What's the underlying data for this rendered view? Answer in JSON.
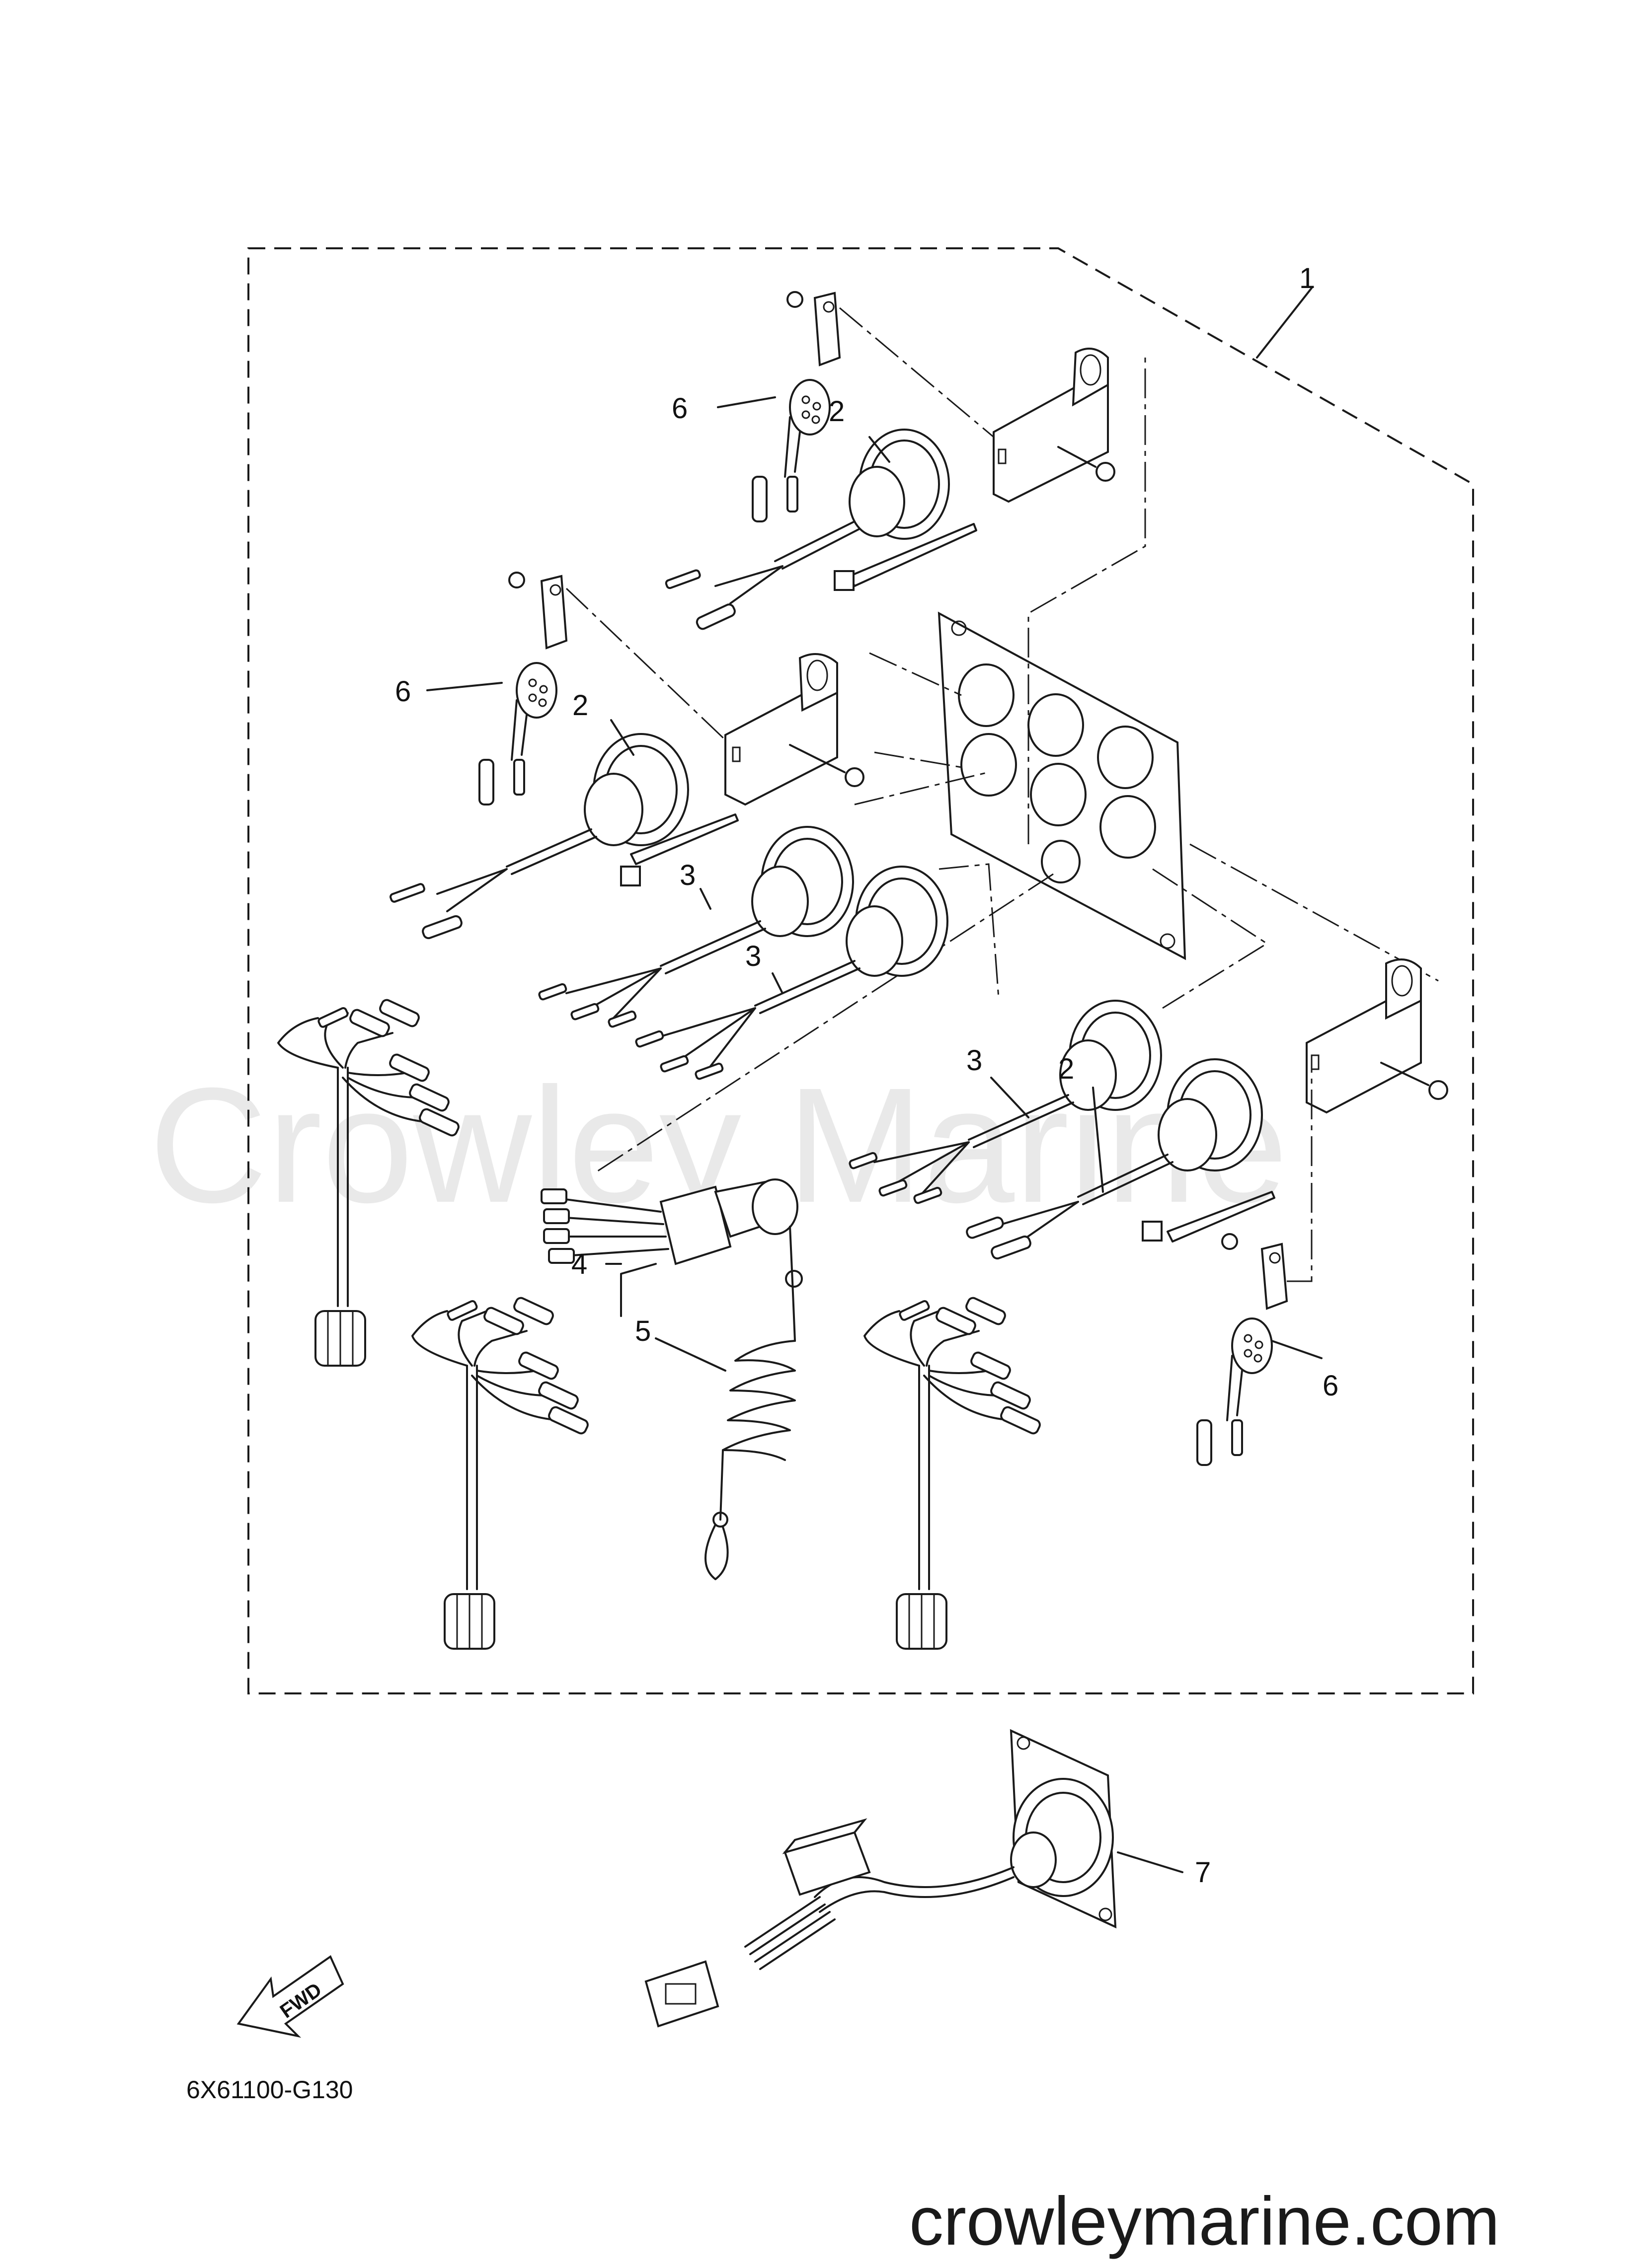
{
  "watermark": "Crowley Marine",
  "callouts": {
    "c1": "1",
    "c2a": "2",
    "c2b": "2",
    "c2c": "2",
    "c3a": "3",
    "c3b": "3",
    "c3c": "3",
    "c4": "4",
    "c5": "5",
    "c6a": "6",
    "c6b": "6",
    "c6c": "6",
    "c7": "7"
  },
  "fwd_label": "FWD",
  "diagram_code": "6X61100-G130",
  "site_url": "crowleymarine.com"
}
